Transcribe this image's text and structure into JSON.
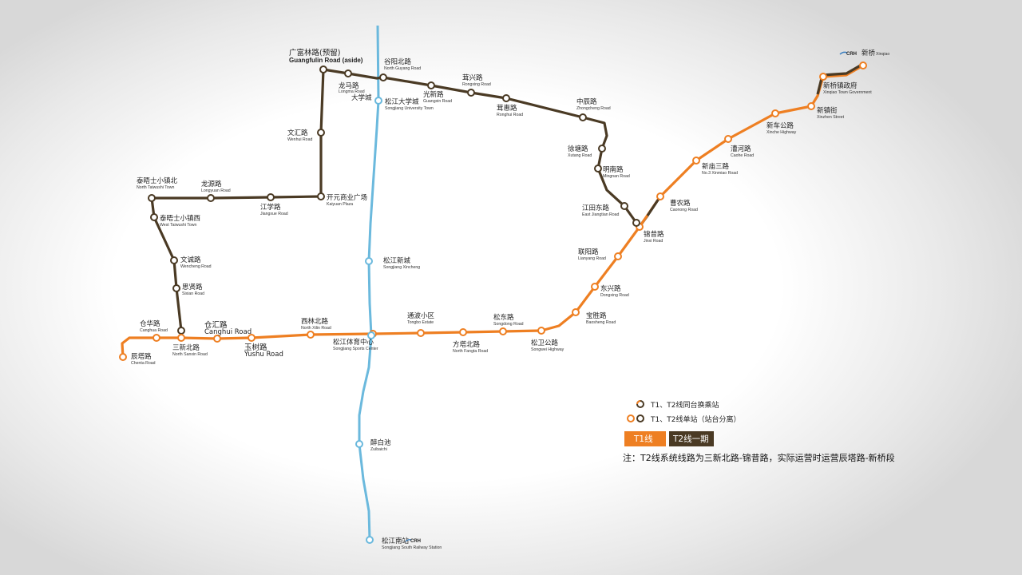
{
  "colors": {
    "t1": "#ee7f22",
    "t2": "#4a3a24",
    "rail": "#6bb9dd",
    "tag_t1": "#ee7f22",
    "tag_t2": "#4a3a24"
  },
  "legend": {
    "interchange_label": "T1、T2线同台换乘站",
    "separate_label": "T1、T2线单站（站台分离）",
    "t1_tag": "T1线",
    "t2_tag": "T2线一期",
    "note": "注：T2线系统线路为三新北路-锦昔路，实际运营时运营辰塔路-新桥段"
  },
  "icons": {
    "crh": "crh-logo-icon"
  },
  "stations": {
    "guangfulin": {
      "zh": "广富林路(预留)",
      "en": "Guangfulin Road (aside)"
    },
    "guyangbei": {
      "zh": "谷阳北路",
      "en": "North Guyang Road"
    },
    "longma": {
      "zh": "龙马路",
      "en": "Longma Road"
    },
    "daxuecheng": {
      "zh": "大学城"
    },
    "songjiang_univ": {
      "zh": "松江大学城",
      "en": "Songjiang University Town"
    },
    "guangxin": {
      "zh": "光新路",
      "en": "Guangxin Road"
    },
    "rongxing": {
      "zh": "茸兴路",
      "en": "Rongxing Road"
    },
    "ronghui": {
      "zh": "茸惠路",
      "en": "Ronghui Road"
    },
    "zhongchen": {
      "zh": "中辰路",
      "en": "Zhongcheng Road"
    },
    "xutang": {
      "zh": "徐塘路",
      "en": "Xutang Road"
    },
    "mingnan": {
      "zh": "明南路",
      "en": "Mingnan Road"
    },
    "jiangtiandong": {
      "zh": "江田东路",
      "en": "East Jiangtian Road"
    },
    "wenhui": {
      "zh": "文汇路",
      "en": "Wenhui Road"
    },
    "kaiyuan": {
      "zh": "开元商业广场",
      "en": "Kaiyuan Plaza"
    },
    "jiangxue": {
      "zh": "江学路",
      "en": "Jiangxue Road"
    },
    "longyuan": {
      "zh": "龙源路",
      "en": "Longyuan Road"
    },
    "taiwushi_bei": {
      "zh": "泰晤士小镇北",
      "en": "North Taiwushi Town"
    },
    "taiwushi_xi": {
      "zh": "泰晤士小镇西",
      "en": "West Taiwushi Town"
    },
    "wencheng": {
      "zh": "文诚路",
      "en": "Wencheng Road"
    },
    "sixian": {
      "zh": "思贤路",
      "en": "Sixian Road"
    },
    "canghua": {
      "zh": "仓华路",
      "en": "Canghua Road"
    },
    "chenta": {
      "zh": "辰塔路",
      "en": "Chenta Road"
    },
    "sanxinbei": {
      "zh": "三新北路",
      "en": "North Sanxin Road"
    },
    "canghui": {
      "zh": "仓汇路",
      "en": "Canghui Road"
    },
    "yushu": {
      "zh": "玉树路",
      "en": "Yushu Road"
    },
    "xilinbei": {
      "zh": "西林北路",
      "en": "North Xilin Road"
    },
    "sports": {
      "zh": "松江体育中心",
      "en": "Songjiang Sports Center"
    },
    "tongbo": {
      "zh": "通波小区",
      "en": "Tongbo Estate"
    },
    "fangtabei": {
      "zh": "方塔北路",
      "en": "North Fangta Road"
    },
    "songdong": {
      "zh": "松东路",
      "en": "Songdong Road"
    },
    "songwei": {
      "zh": "松卫公路",
      "en": "Songwei Highway"
    },
    "baosheng": {
      "zh": "宝胜路",
      "en": "Baosheng Road"
    },
    "dongxing": {
      "zh": "东兴路",
      "en": "Dongxing Road"
    },
    "lianyang": {
      "zh": "联阳路",
      "en": "Lianyang Road"
    },
    "jinxi": {
      "zh": "锦昔路",
      "en": "Jinxi Road"
    },
    "caonong": {
      "zh": "曹农路",
      "en": "Caonong Road"
    },
    "xinmiaosan": {
      "zh": "新庙三路",
      "en": "No.3 Xinmiao Road"
    },
    "caohe": {
      "zh": "漕河路",
      "en": "Caohe Road"
    },
    "xinche": {
      "zh": "新车公路",
      "en": "Xinche Highway"
    },
    "xinzhen": {
      "zh": "新镇街",
      "en": "Xinzhen Street"
    },
    "xinqiao_gov": {
      "zh": "新桥镇政府",
      "en": "Xinqiao Town Government"
    },
    "xinqiao": {
      "zh": "新桥",
      "en": "Xinqiao"
    },
    "songjiang_xincheng": {
      "zh": "松江新城",
      "en": "Songjiang Xincheng"
    },
    "zuibaichi": {
      "zh": "醉白池",
      "en": "Zuibaichi"
    },
    "songjiang_south": {
      "zh": "松江南站",
      "en": "Songjiang South Railway Station"
    }
  }
}
